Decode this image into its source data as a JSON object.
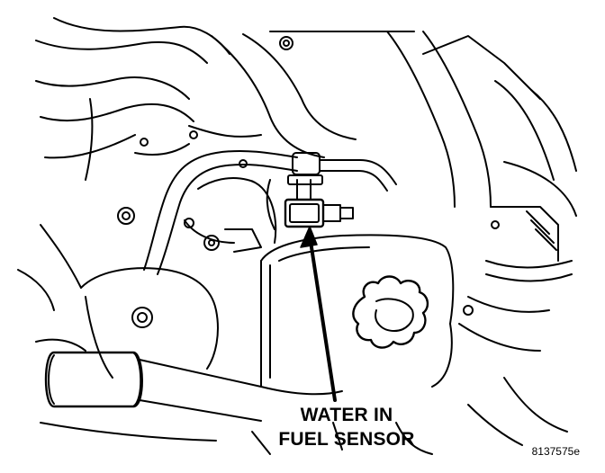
{
  "callout": {
    "line1": "WATER IN",
    "line2": "FUEL SENSOR"
  },
  "figure_id": "8137575e",
  "colors": {
    "ink": "#000000",
    "paper": "#ffffff"
  }
}
